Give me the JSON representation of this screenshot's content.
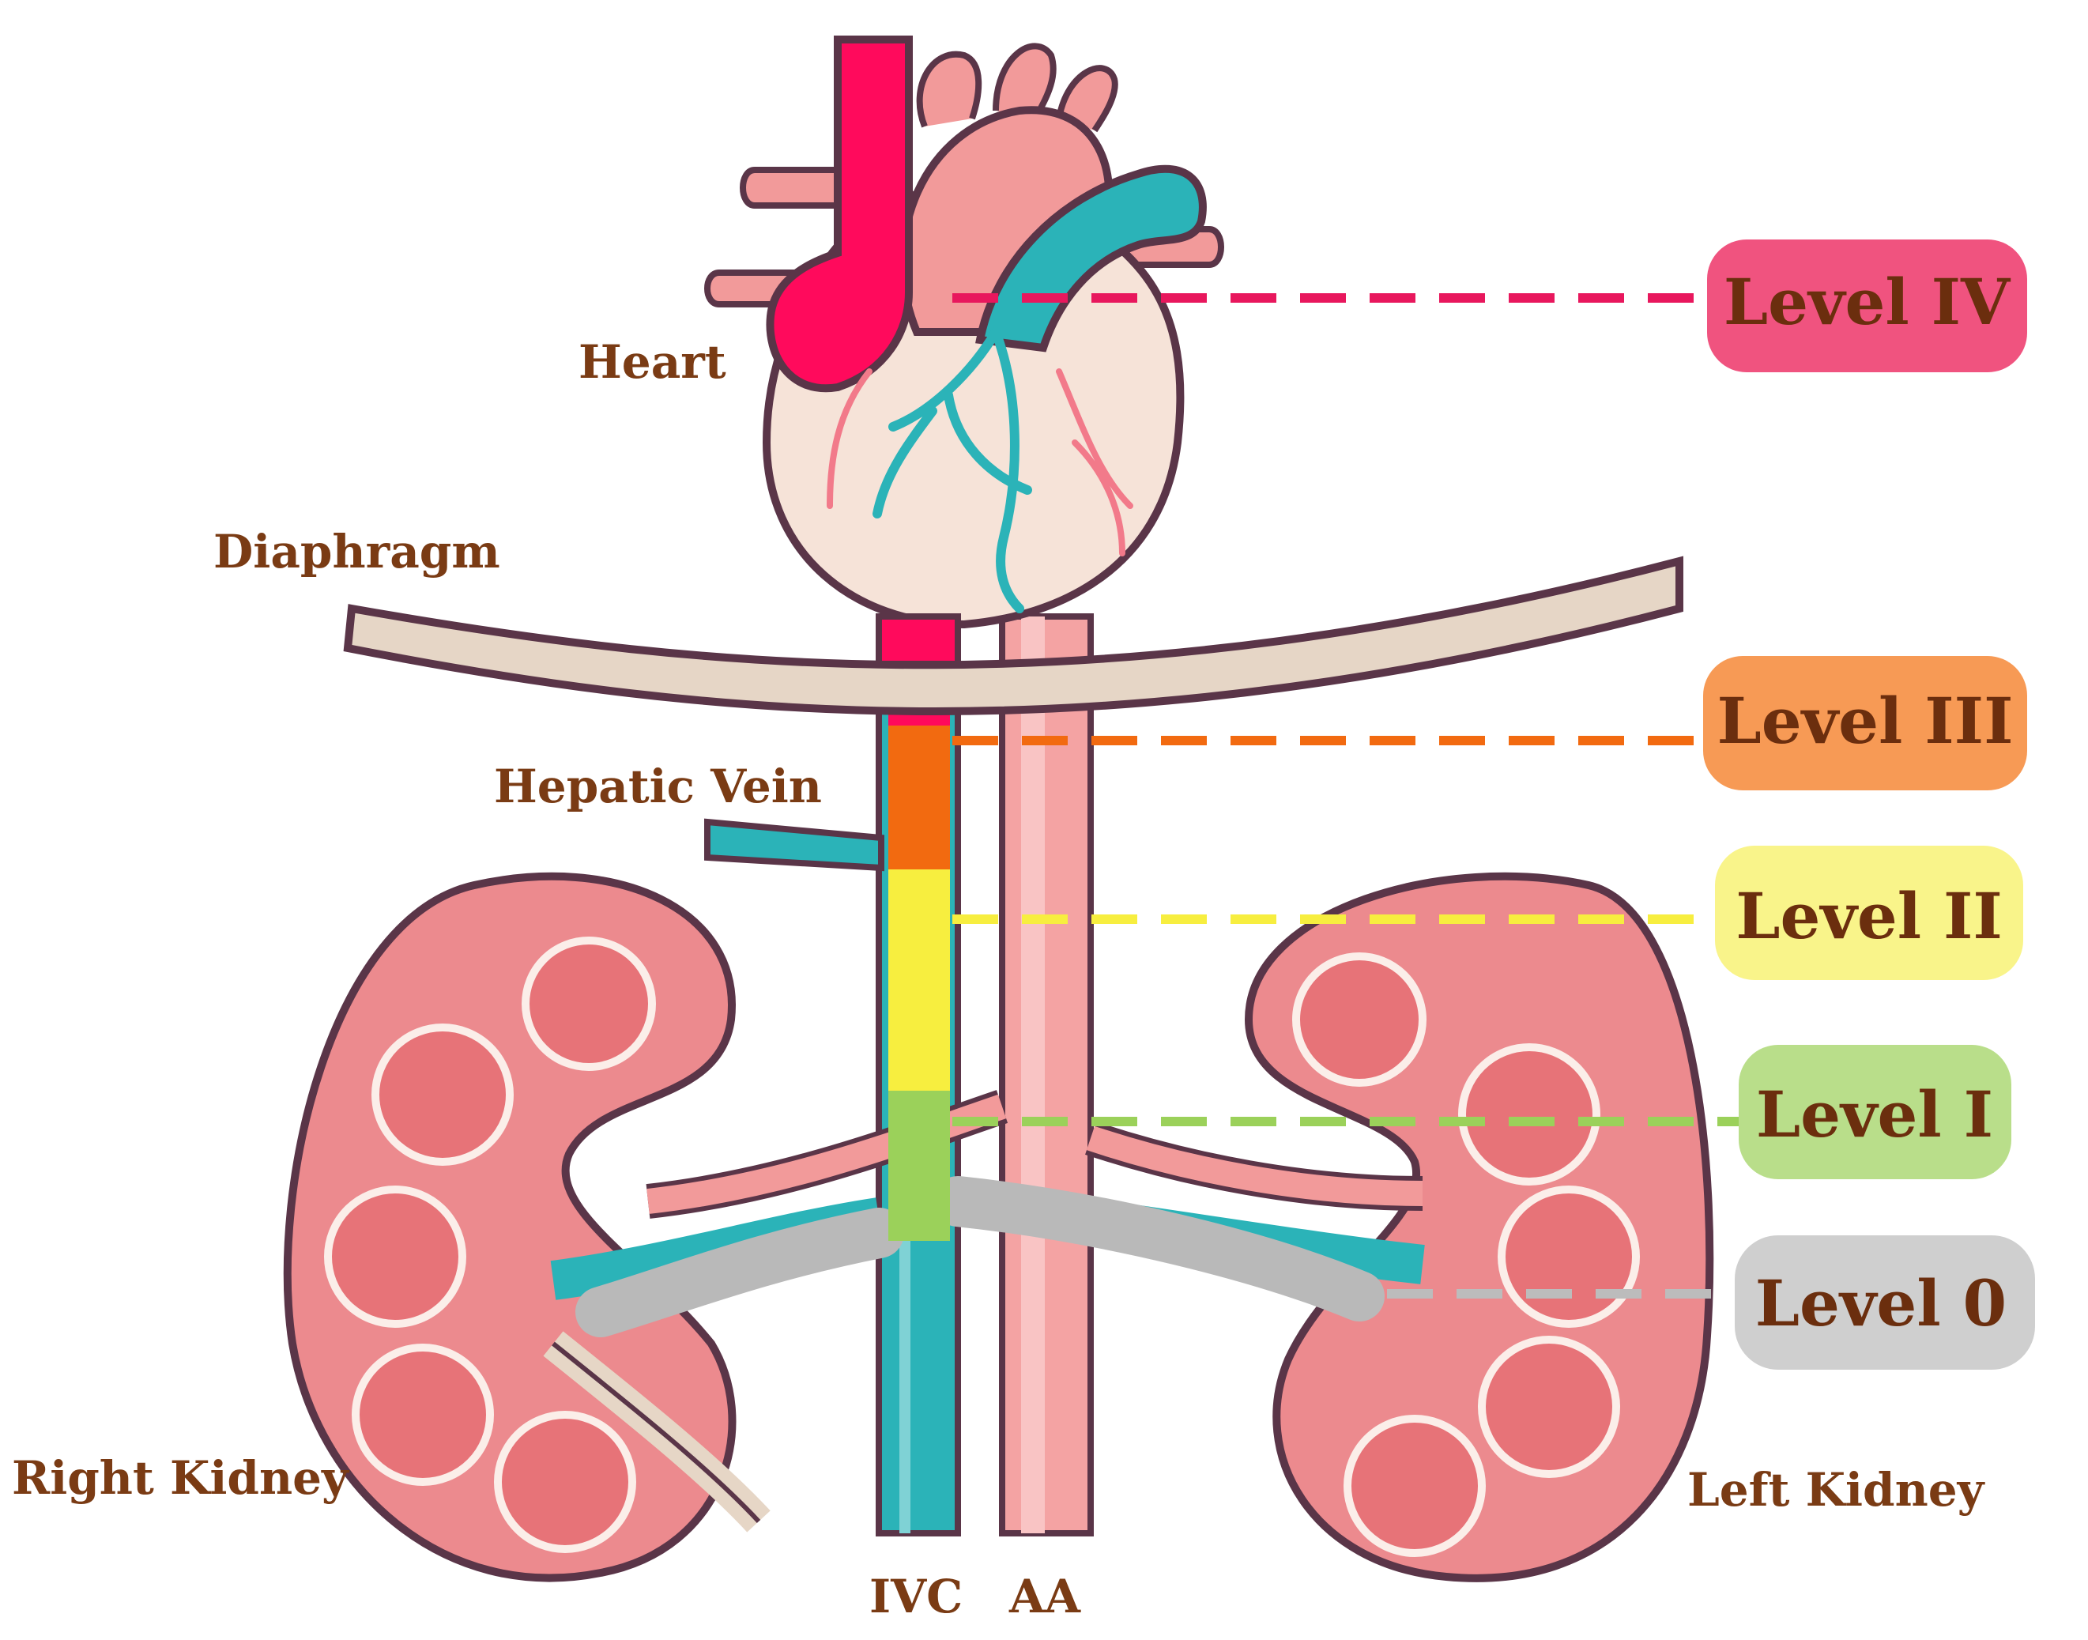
{
  "labels": {
    "heart": "Heart",
    "diaphragm": "Diaphragm",
    "hepatic_vein": "Hepatic Vein",
    "right_kidney": "Right Kidney",
    "left_kidney": "Left Kidney",
    "ivc": "IVC",
    "aa": "AA"
  },
  "levels": [
    {
      "label": "Level IV",
      "color": "#f0537f",
      "line_color": "#e8175d"
    },
    {
      "label": "Level III",
      "color": "#f79a55",
      "line_color": "#f26a10"
    },
    {
      "label": "Level II",
      "color": "#f9f48a",
      "line_color": "#f7ee3f"
    },
    {
      "label": "Level I",
      "color": "#b9de8a",
      "line_color": "#9bd15a"
    },
    {
      "label": "Level 0",
      "color": "#cfcfcf",
      "line_color": "#bcbcbc"
    }
  ],
  "colors": {
    "ivc": "#2bb3b8",
    "aorta": "#f29a9a",
    "kidney": "#ec8a8e",
    "outline": "#5a3548",
    "diaphragm": "#e6d6c6",
    "thrombus_level0": "#b9b9b9",
    "thrombus_level1": "#9bd15a",
    "thrombus_level2": "#f7ee3f",
    "thrombus_level3": "#f26a10",
    "heart_vessel_red": "#ff0a5c"
  }
}
